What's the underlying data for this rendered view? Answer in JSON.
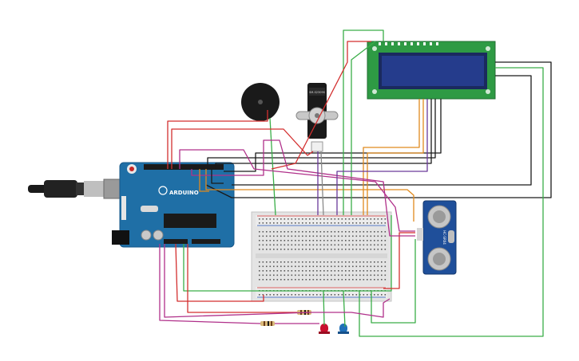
{
  "components": {
    "arduino": {
      "brand": "ARDUINO",
      "color": "#1f6fa6"
    },
    "servo": {
      "label": "SM-S2309S"
    },
    "ultrasonic": {
      "label": "HC-SR04"
    },
    "lcd": {
      "screen_color": "#253c8c",
      "pcb_color": "#2e9a44"
    },
    "led_red": {
      "color": "#c8102e"
    },
    "led_blue": {
      "color": "#1f6fb8"
    }
  },
  "wire_colors": {
    "red": "#d32f2f",
    "black": "#1a1a1a",
    "green": "#3aae48",
    "magenta": "#b0308a",
    "orange": "#e08a1e",
    "purple": "#6a3a9a",
    "gray": "#8a8a8a"
  }
}
